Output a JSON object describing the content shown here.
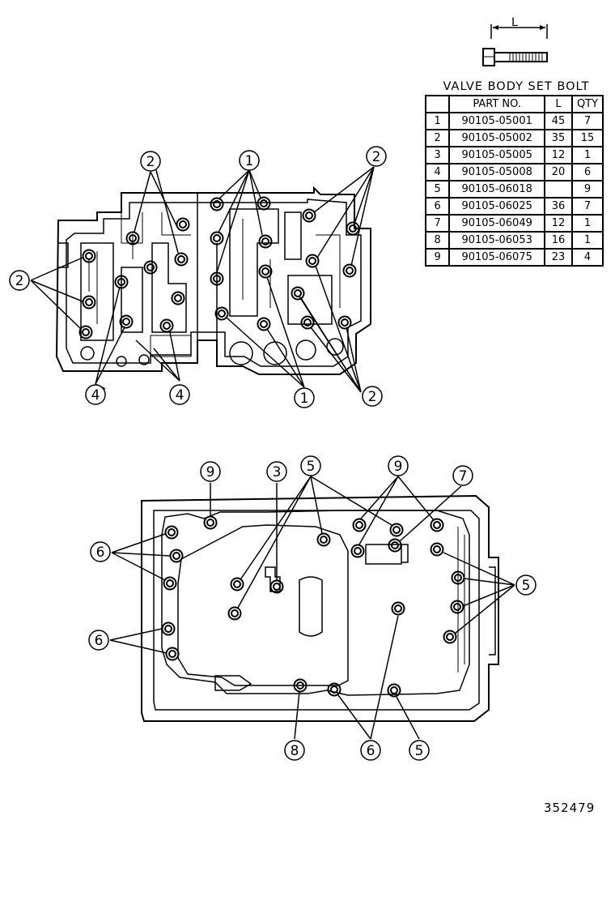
{
  "table": {
    "title": "VALVE BODY SET BOLT",
    "headers": {
      "no": "",
      "part": "PART NO.",
      "l": "L",
      "qty": "QTY"
    },
    "rows": [
      {
        "no": "1",
        "part": "90105-05001",
        "l": "45",
        "qty": "7"
      },
      {
        "no": "2",
        "part": "90105-05002",
        "l": "35",
        "qty": "15"
      },
      {
        "no": "3",
        "part": "90105-05005",
        "l": "12",
        "qty": "1"
      },
      {
        "no": "4",
        "part": "90105-05008",
        "l": "20",
        "qty": "6"
      },
      {
        "no": "5",
        "part": "90105-06018",
        "l": "",
        "qty": "9"
      },
      {
        "no": "6",
        "part": "90105-06025",
        "l": "36",
        "qty": "7"
      },
      {
        "no": "7",
        "part": "90105-06049",
        "l": "12",
        "qty": "1"
      },
      {
        "no": "8",
        "part": "90105-06053",
        "l": "16",
        "qty": "1"
      },
      {
        "no": "9",
        "part": "90105-06075",
        "l": "23",
        "qty": "4"
      }
    ]
  },
  "bolt_icon": {
    "length_label": "L"
  },
  "callouts": {
    "c1": "2",
    "c2": "1",
    "c3": "2",
    "c4": "2",
    "c5": "4",
    "c6": "4",
    "c7": "1",
    "c8": "2",
    "c9": "9",
    "c10": "3",
    "c11": "5",
    "c12": "9",
    "c13": "7",
    "c14": "6",
    "c15": "6",
    "c16": "5",
    "c17": "8",
    "c18": "6",
    "c19": "5"
  },
  "reference_code": "352479"
}
